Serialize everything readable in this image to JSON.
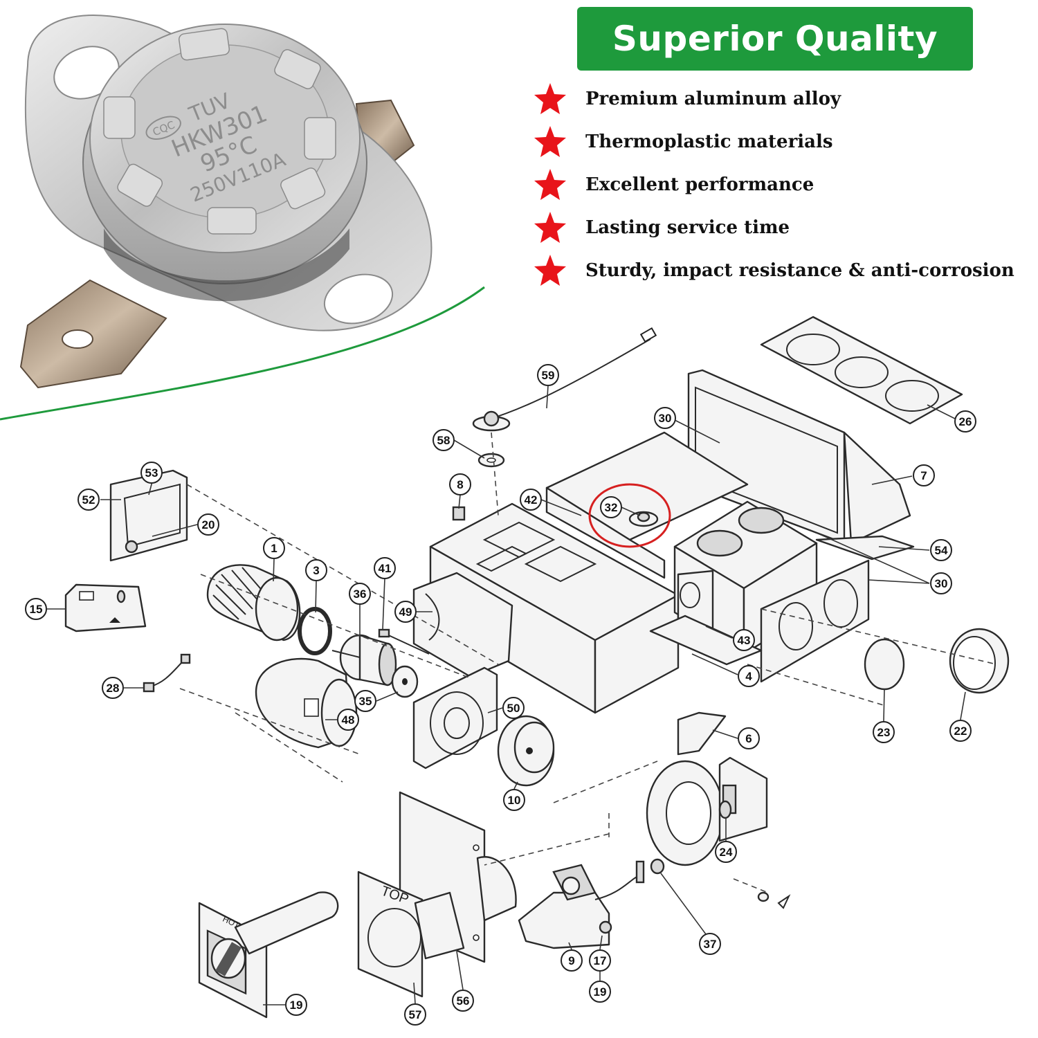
{
  "banner": {
    "title": "Superior Quality",
    "color": "#1e9a3c"
  },
  "features": [
    "Premium aluminum alloy",
    "Thermoplastic materials",
    "Excellent performance",
    "Lasting service time",
    "Sturdy, impact resistance & anti-corrosion"
  ],
  "feature_icon": "red-star-icon",
  "star_color": "#e8141a",
  "product": {
    "cert_mark_1": "CQC",
    "cert_mark_2": "TUV",
    "model": "HKW301",
    "temperature": "95°C",
    "rating": "250V110A"
  },
  "diagram": {
    "highlight_color": "#d62020",
    "top_label": "TOP",
    "hot_label": "HOT",
    "callouts": [
      {
        "id": "c59",
        "label": "59"
      },
      {
        "id": "c58",
        "label": "58"
      },
      {
        "id": "c30a",
        "label": "30"
      },
      {
        "id": "c26",
        "label": "26"
      },
      {
        "id": "c7",
        "label": "7"
      },
      {
        "id": "c53",
        "label": "53"
      },
      {
        "id": "c52",
        "label": "52"
      },
      {
        "id": "c20",
        "label": "20"
      },
      {
        "id": "c8",
        "label": "8"
      },
      {
        "id": "c42",
        "label": "42"
      },
      {
        "id": "c32",
        "label": "32"
      },
      {
        "id": "c54",
        "label": "54"
      },
      {
        "id": "c30b",
        "label": "30"
      },
      {
        "id": "c1",
        "label": "1"
      },
      {
        "id": "c3",
        "label": "3"
      },
      {
        "id": "c41",
        "label": "41"
      },
      {
        "id": "c36",
        "label": "36"
      },
      {
        "id": "c49",
        "label": "49"
      },
      {
        "id": "c15",
        "label": "15"
      },
      {
        "id": "c43",
        "label": "43"
      },
      {
        "id": "c4",
        "label": "4"
      },
      {
        "id": "c23",
        "label": "23"
      },
      {
        "id": "c22",
        "label": "22"
      },
      {
        "id": "c28",
        "label": "28"
      },
      {
        "id": "c35",
        "label": "35"
      },
      {
        "id": "c50",
        "label": "50"
      },
      {
        "id": "c48",
        "label": "48"
      },
      {
        "id": "c6",
        "label": "6"
      },
      {
        "id": "c10",
        "label": "10"
      },
      {
        "id": "c24",
        "label": "24"
      },
      {
        "id": "c37",
        "label": "37"
      },
      {
        "id": "c9",
        "label": "9"
      },
      {
        "id": "c17",
        "label": "17"
      },
      {
        "id": "c19a",
        "label": "19"
      },
      {
        "id": "c19b",
        "label": "19"
      },
      {
        "id": "c56",
        "label": "56"
      },
      {
        "id": "c57",
        "label": "57"
      }
    ]
  }
}
